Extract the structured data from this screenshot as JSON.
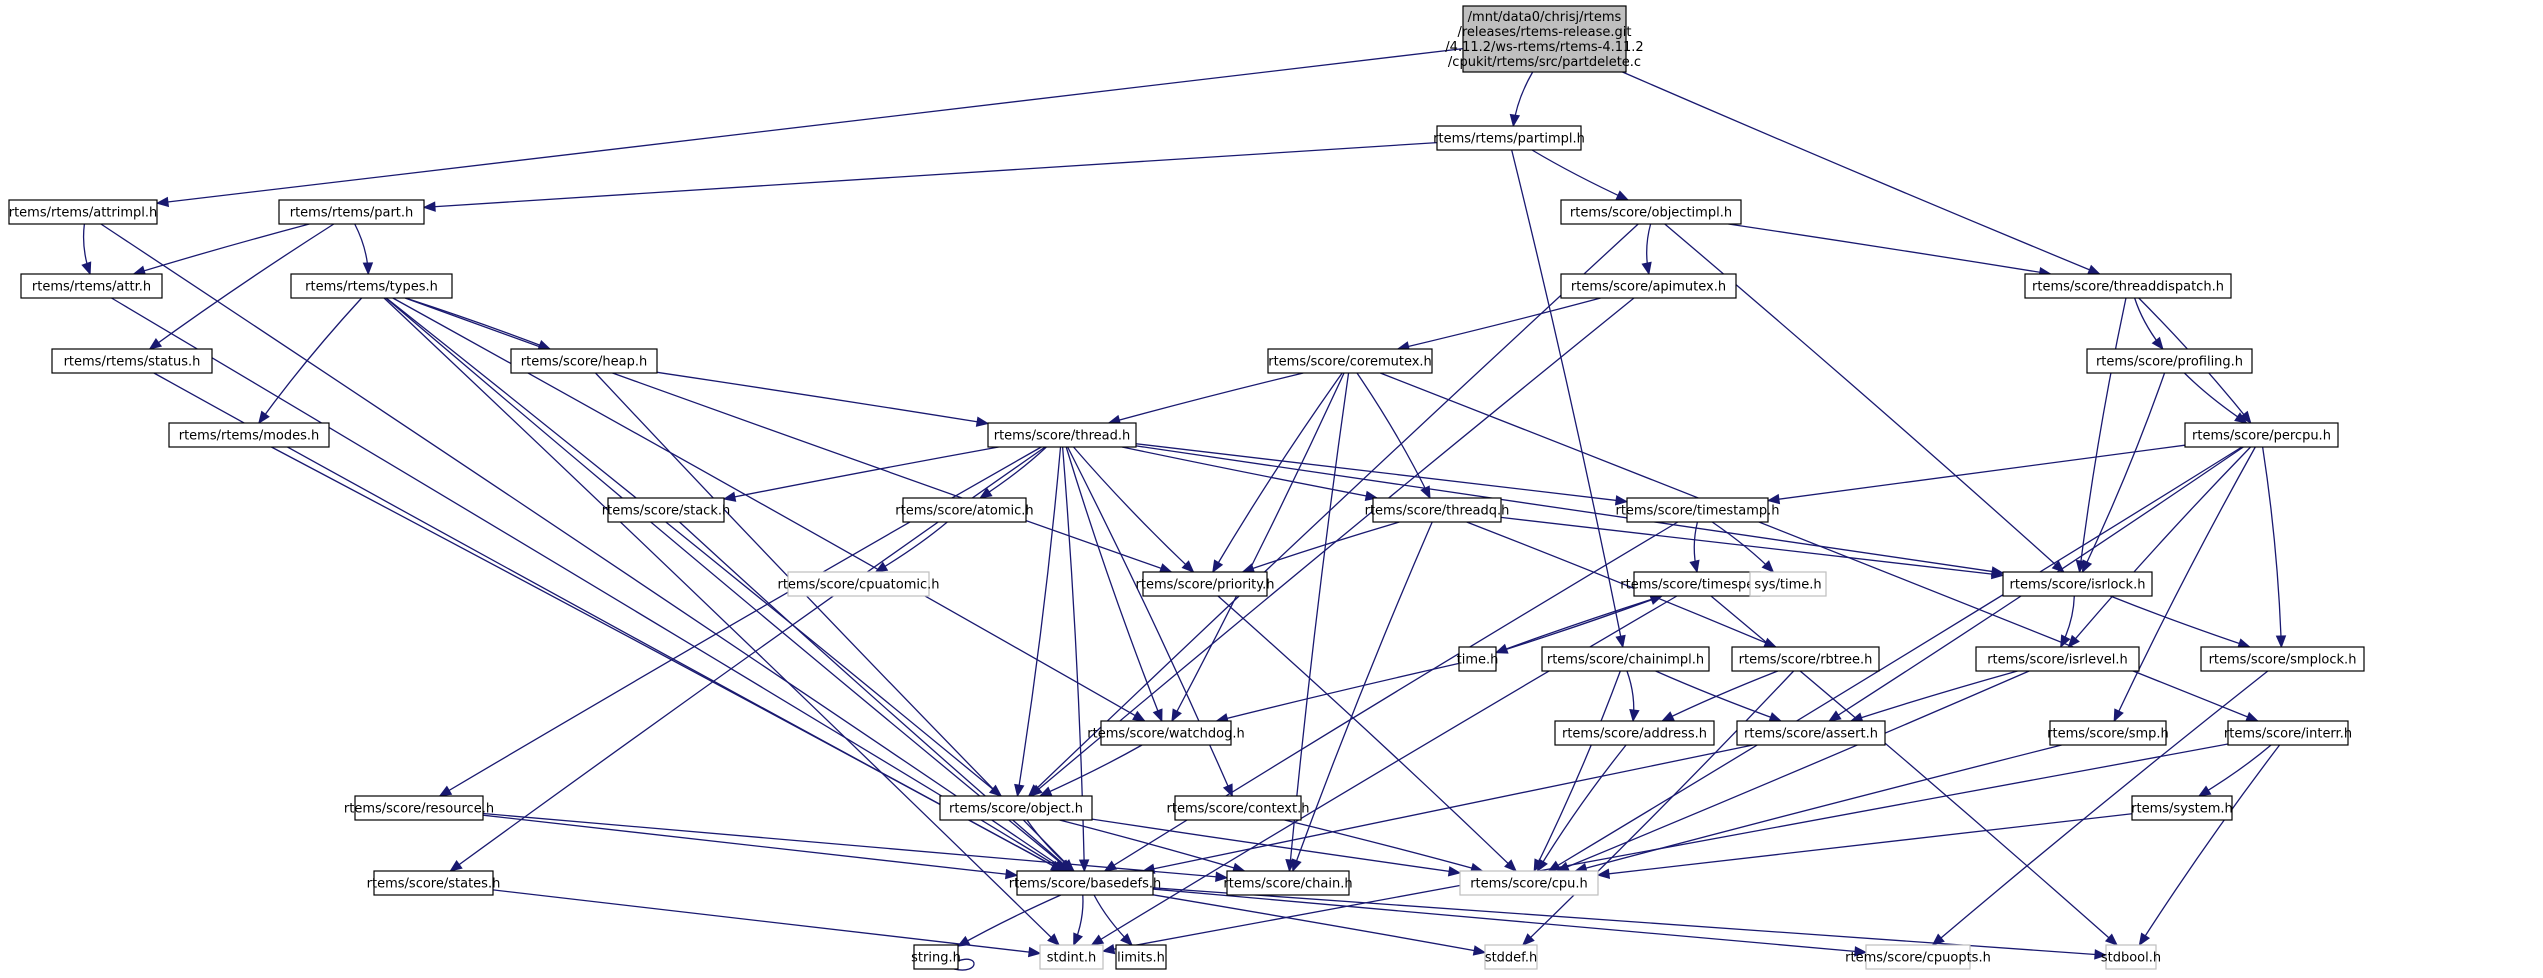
{
  "diagram": {
    "type": "include-dependency-graph",
    "edge_color": "#191970",
    "root": {
      "id": "root",
      "lines": [
        "/mnt/data0/chrisj/rtems",
        "/releases/rtems-release.git",
        "/4.11.2/ws-rtems/rtems-4.11.2",
        "/cpukit/rtems/src/partdelete.c"
      ]
    },
    "nodes": [
      {
        "id": "partimpl",
        "label": "rtems/rtems/partimpl.h"
      },
      {
        "id": "attrimpl",
        "label": "rtems/rtems/attrimpl.h"
      },
      {
        "id": "part",
        "label": "rtems/rtems/part.h"
      },
      {
        "id": "objectimpl",
        "label": "rtems/score/objectimpl.h"
      },
      {
        "id": "threaddispatch",
        "label": "rtems/score/threaddispatch.h"
      },
      {
        "id": "attr",
        "label": "rtems/rtems/attr.h"
      },
      {
        "id": "types",
        "label": "rtems/rtems/types.h"
      },
      {
        "id": "apimutex",
        "label": "rtems/score/apimutex.h"
      },
      {
        "id": "status",
        "label": "rtems/rtems/status.h"
      },
      {
        "id": "heap",
        "label": "rtems/score/heap.h"
      },
      {
        "id": "coremutex",
        "label": "rtems/score/coremutex.h"
      },
      {
        "id": "profiling",
        "label": "rtems/score/profiling.h"
      },
      {
        "id": "modes",
        "label": "rtems/rtems/modes.h"
      },
      {
        "id": "thread",
        "label": "rtems/score/thread.h"
      },
      {
        "id": "percpu",
        "label": "rtems/score/percpu.h"
      },
      {
        "id": "stack",
        "label": "rtems/score/stack.h"
      },
      {
        "id": "atomic",
        "label": "rtems/score/atomic.h"
      },
      {
        "id": "threadq",
        "label": "rtems/score/threadq.h"
      },
      {
        "id": "timestamp",
        "label": "rtems/score/timestamp.h"
      },
      {
        "id": "cpuatomic",
        "label": "rtems/score/cpuatomic.h",
        "external": true
      },
      {
        "id": "priority",
        "label": "rtems/score/priority.h"
      },
      {
        "id": "timespec",
        "label": "rtems/score/timespec.h"
      },
      {
        "id": "systime",
        "label": "sys/time.h",
        "external": true
      },
      {
        "id": "isrlock",
        "label": "rtems/score/isrlock.h"
      },
      {
        "id": "timeh",
        "label": "time.h"
      },
      {
        "id": "chainimpl",
        "label": "rtems/score/chainimpl.h"
      },
      {
        "id": "rbtree",
        "label": "rtems/score/rbtree.h"
      },
      {
        "id": "isrlevel",
        "label": "rtems/score/isrlevel.h"
      },
      {
        "id": "smplock",
        "label": "rtems/score/smplock.h"
      },
      {
        "id": "watchdog",
        "label": "rtems/score/watchdog.h"
      },
      {
        "id": "address",
        "label": "rtems/score/address.h"
      },
      {
        "id": "assert",
        "label": "rtems/score/assert.h"
      },
      {
        "id": "smp",
        "label": "rtems/score/smp.h"
      },
      {
        "id": "interr",
        "label": "rtems/score/interr.h"
      },
      {
        "id": "resource",
        "label": "rtems/score/resource.h"
      },
      {
        "id": "object",
        "label": "rtems/score/object.h"
      },
      {
        "id": "context",
        "label": "rtems/score/context.h"
      },
      {
        "id": "system",
        "label": "rtems/system.h"
      },
      {
        "id": "states",
        "label": "rtems/score/states.h"
      },
      {
        "id": "basedefs",
        "label": "rtems/score/basedefs.h"
      },
      {
        "id": "chain",
        "label": "rtems/score/chain.h"
      },
      {
        "id": "cpu",
        "label": "rtems/score/cpu.h",
        "external": true
      },
      {
        "id": "string",
        "label": "string.h"
      },
      {
        "id": "stdint",
        "label": "stdint.h",
        "external": true
      },
      {
        "id": "limits",
        "label": "limits.h"
      },
      {
        "id": "stddef",
        "label": "stddef.h",
        "external": true
      },
      {
        "id": "cpuopts",
        "label": "rtems/score/cpuopts.h",
        "external": true
      },
      {
        "id": "stdbool",
        "label": "stdbool.h",
        "external": true
      }
    ],
    "edges": [
      [
        "root",
        "partimpl"
      ],
      [
        "root",
        "attrimpl"
      ],
      [
        "root",
        "threaddispatch"
      ],
      [
        "partimpl",
        "part"
      ],
      [
        "partimpl",
        "objectimpl"
      ],
      [
        "partimpl",
        "chainimpl"
      ],
      [
        "attrimpl",
        "attr"
      ],
      [
        "attrimpl",
        "basedefs"
      ],
      [
        "part",
        "attr"
      ],
      [
        "part",
        "types"
      ],
      [
        "part",
        "status"
      ],
      [
        "attr",
        "basedefs"
      ],
      [
        "objectimpl",
        "apimutex"
      ],
      [
        "objectimpl",
        "threaddispatch"
      ],
      [
        "objectimpl",
        "object"
      ],
      [
        "objectimpl",
        "isrlock"
      ],
      [
        "threaddispatch",
        "profiling"
      ],
      [
        "threaddispatch",
        "percpu"
      ],
      [
        "threaddispatch",
        "isrlock"
      ],
      [
        "types",
        "heap"
      ],
      [
        "types",
        "modes"
      ],
      [
        "types",
        "object"
      ],
      [
        "types",
        "priority"
      ],
      [
        "types",
        "watchdog"
      ],
      [
        "types",
        "basedefs"
      ],
      [
        "types",
        "stdint"
      ],
      [
        "status",
        "basedefs"
      ],
      [
        "apimutex",
        "coremutex"
      ],
      [
        "apimutex",
        "object"
      ],
      [
        "heap",
        "thread"
      ],
      [
        "heap",
        "basedefs"
      ],
      [
        "modes",
        "basedefs"
      ],
      [
        "coremutex",
        "thread"
      ],
      [
        "coremutex",
        "threadq"
      ],
      [
        "coremutex",
        "priority"
      ],
      [
        "coremutex",
        "watchdog"
      ],
      [
        "coremutex",
        "chain"
      ],
      [
        "coremutex",
        "interr"
      ],
      [
        "profiling",
        "percpu"
      ],
      [
        "profiling",
        "isrlock"
      ],
      [
        "percpu",
        "timestamp"
      ],
      [
        "percpu",
        "smplock"
      ],
      [
        "percpu",
        "isrlevel"
      ],
      [
        "percpu",
        "assert"
      ],
      [
        "percpu",
        "smp"
      ],
      [
        "percpu",
        "cpu"
      ],
      [
        "thread",
        "stack"
      ],
      [
        "thread",
        "atomic"
      ],
      [
        "thread",
        "threadq"
      ],
      [
        "thread",
        "timestamp"
      ],
      [
        "thread",
        "priority"
      ],
      [
        "thread",
        "isrlock"
      ],
      [
        "thread",
        "watchdog"
      ],
      [
        "thread",
        "object"
      ],
      [
        "thread",
        "resource"
      ],
      [
        "thread",
        "context"
      ],
      [
        "thread",
        "states"
      ],
      [
        "thread",
        "basedefs"
      ],
      [
        "stack",
        "basedefs"
      ],
      [
        "atomic",
        "cpuatomic"
      ],
      [
        "threadq",
        "priority"
      ],
      [
        "threadq",
        "rbtree"
      ],
      [
        "threadq",
        "chain"
      ],
      [
        "threadq",
        "isrlock"
      ],
      [
        "timestamp",
        "timespec"
      ],
      [
        "timestamp",
        "systime"
      ],
      [
        "timestamp",
        "basedefs"
      ],
      [
        "priority",
        "cpu"
      ],
      [
        "timespec",
        "timeh"
      ],
      [
        "timespec",
        "stdbool"
      ],
      [
        "timespec",
        "stdint"
      ],
      [
        "timeh",
        "timespec"
      ],
      [
        "timeh",
        "watchdog"
      ],
      [
        "isrlock",
        "isrlevel"
      ],
      [
        "isrlock",
        "smplock"
      ],
      [
        "chainimpl",
        "address"
      ],
      [
        "chainimpl",
        "assert"
      ],
      [
        "chainimpl",
        "cpu"
      ],
      [
        "rbtree",
        "address"
      ],
      [
        "rbtree",
        "stddef"
      ],
      [
        "isrlevel",
        "assert"
      ],
      [
        "isrlevel",
        "cpu"
      ],
      [
        "smplock",
        "cpuopts"
      ],
      [
        "watchdog",
        "object"
      ],
      [
        "address",
        "cpu"
      ],
      [
        "assert",
        "basedefs"
      ],
      [
        "smp",
        "cpu"
      ],
      [
        "interr",
        "system"
      ],
      [
        "interr",
        "stdbool"
      ],
      [
        "interr",
        "stdint"
      ],
      [
        "resource",
        "basedefs"
      ],
      [
        "resource",
        "chain"
      ],
      [
        "object",
        "basedefs"
      ],
      [
        "object",
        "chain"
      ],
      [
        "object",
        "cpu"
      ],
      [
        "context",
        "cpu"
      ],
      [
        "system",
        "cpu"
      ],
      [
        "states",
        "stdint"
      ],
      [
        "basedefs",
        "string"
      ],
      [
        "basedefs",
        "stdint"
      ],
      [
        "basedefs",
        "limits"
      ],
      [
        "basedefs",
        "stddef"
      ],
      [
        "basedefs",
        "cpuopts"
      ],
      [
        "basedefs",
        "stdbool"
      ],
      [
        "string",
        "string"
      ]
    ]
  }
}
